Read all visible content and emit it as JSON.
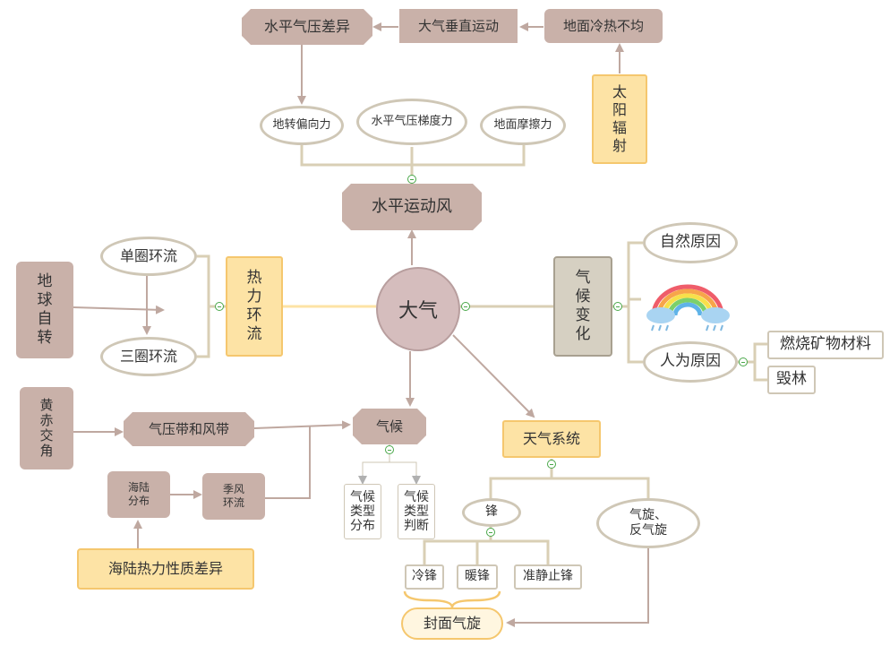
{
  "center": "大气",
  "top": {
    "pressure_diff": "水平气压差异",
    "vertical_motion": "大气垂直运动",
    "uneven_heating": "地面冷热不均",
    "solar_radiation": [
      "太",
      "阳",
      "辐",
      "射"
    ],
    "coriolis": "地转偏向力",
    "gradient_force": "水平气压梯度力",
    "friction": "地面摩擦力",
    "wind": "水平运动风"
  },
  "left": {
    "rotation": [
      "地",
      "球",
      "自",
      "转"
    ],
    "single_cell": "单圈环流",
    "three_cell": "三圈环流",
    "thermal_circulation": [
      "热",
      "力",
      "环",
      "流"
    ]
  },
  "right": {
    "climate_change": [
      "气",
      "候",
      "变",
      "化"
    ],
    "natural_cause": "自然原因",
    "human_cause": "人为原因",
    "fossil_fuels": "燃烧矿物材料",
    "deforestation": "毁林"
  },
  "bottom": {
    "ecliptic": [
      "黄",
      "赤",
      "交",
      "角"
    ],
    "pressure_belts": "气压带和风带",
    "land_sea": [
      "海陆",
      "分布"
    ],
    "monsoon": [
      "季风",
      "环流"
    ],
    "land_sea_thermal": "海陆热力性质差异",
    "climate": "气候",
    "climate_distribution": [
      "气候",
      "类型",
      "分布"
    ],
    "climate_judgment": [
      "气候",
      "类型",
      "判断"
    ],
    "weather_system": "天气系统",
    "front": "锋",
    "cyclone": [
      "气旋、",
      "反气旋"
    ],
    "cold_front": "冷锋",
    "warm_front": "暖锋",
    "stationary_front": "准静止锋",
    "frontal_cyclone": "封面气旋"
  },
  "colors": {
    "brown": "#c9b1a9",
    "yellow": "#fde3a5",
    "line": "#d2c7aa",
    "arrow": "#bfa8a0",
    "collapse": "#4aa84a"
  }
}
